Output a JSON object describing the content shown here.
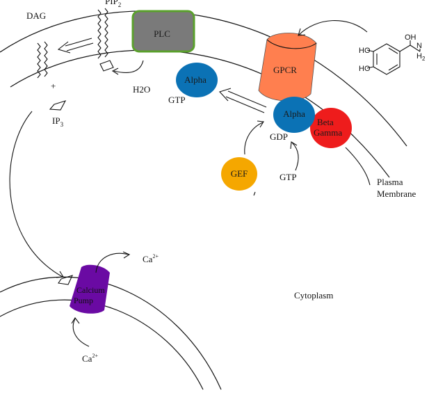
{
  "labels": {
    "dag": "DAG",
    "pip2": "PIP",
    "pip2_sub": "2",
    "plc": "PLC",
    "h2o": "H2O",
    "plus": "+",
    "ip3": "IP",
    "ip3_sub": "3",
    "alpha_gtp_protein": "Alpha",
    "gtp_left": "GTP",
    "gpcr": "GPCR",
    "alpha_gdp_protein": "Alpha",
    "gdp": "GDP",
    "beta": "Beta",
    "gamma": "Gamma",
    "gef": "GEF",
    "gtp_right": "GTP",
    "plasma": "Plasma",
    "membrane": "Membrane",
    "ca_out": "Ca",
    "ca_out_sup": "2+",
    "calcium": "Calcium",
    "pump": "Pump",
    "cytoplasm": "Cytoplasm",
    "ca_in": "Ca",
    "ca_in_sup": "2+"
  },
  "molecule": {
    "ho_top": "HO",
    "ho_bottom": "HO",
    "oh": "OH",
    "n": "N",
    "h2": "H",
    "h2_sub": "2"
  },
  "colors": {
    "plc_fill": "#7a7a7a",
    "plc_border": "#5aa02c",
    "alpha": "#0b72b5",
    "gpcr": "#ff7f4f",
    "beta_gamma": "#ee1c1c",
    "gef": "#f5a700",
    "pump": "#6a0aa3"
  }
}
